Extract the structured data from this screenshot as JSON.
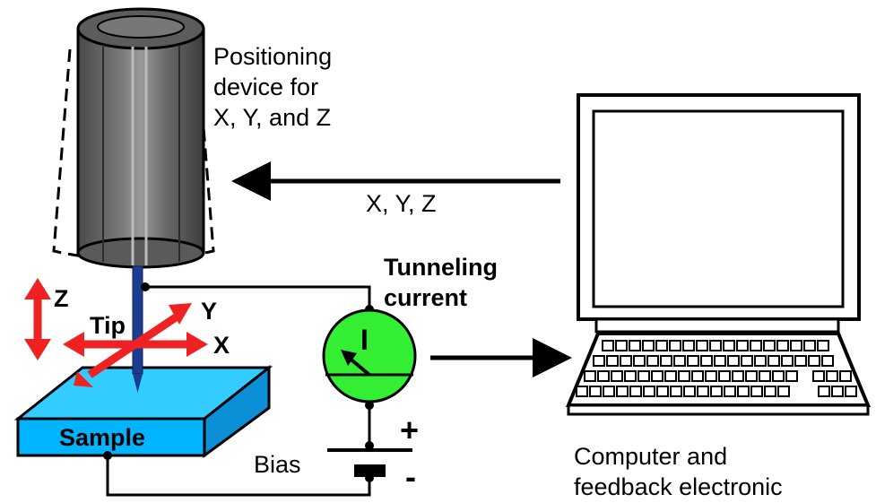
{
  "labels": {
    "positioning_line1": "Positioning",
    "positioning_line2": "device for",
    "positioning_line3": "X, Y, and Z",
    "xyz_signal": "X, Y, Z",
    "tunneling_line1": "Tunneling",
    "tunneling_line2": "current",
    "meter_symbol": "I",
    "axis_z": "Z",
    "axis_y": "Y",
    "axis_x": "X",
    "tip": "Tip",
    "sample": "Sample",
    "bias": "Bias",
    "plus": "+",
    "minus": "-",
    "computer_line1": "Computer and",
    "computer_line2": "feedback electronic"
  },
  "colors": {
    "scanner_body": "#666666",
    "tip": "#1b3d8f",
    "sample_top": "#33ccff",
    "sample_side": "#00aaff",
    "meter": "#33ee33",
    "axis_arrows": "#ee2222",
    "screen": "#ffffff",
    "frame": "#000000"
  }
}
